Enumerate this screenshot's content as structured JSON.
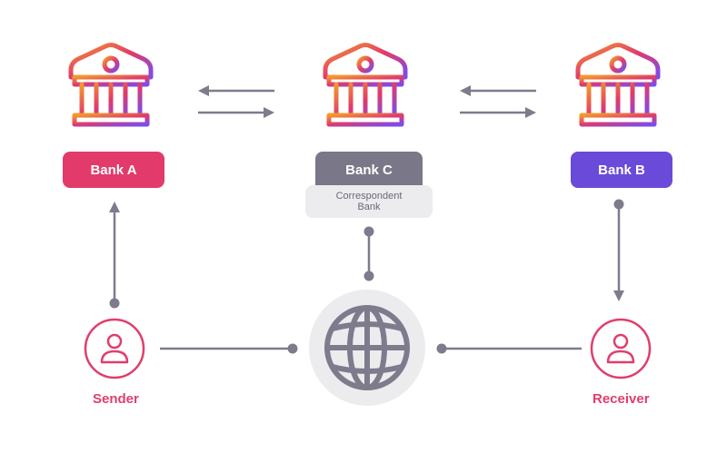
{
  "banks": {
    "a": {
      "label": "Bank A"
    },
    "c": {
      "label": "Bank C",
      "sublabel_line1": "Correspondent",
      "sublabel_line2": "Bank"
    },
    "b": {
      "label": "Bank B"
    }
  },
  "people": {
    "sender": {
      "label": "Sender"
    },
    "receiver": {
      "label": "Receiver"
    }
  },
  "icons": {
    "bank": "bank-building-icon",
    "person": "person-icon",
    "network": "globe-icon"
  },
  "colors": {
    "gradient_start": "#f39a2c",
    "gradient_mid": "#e23a6a",
    "gradient_end": "#7a4cf0",
    "bank_a": "#e23a6a",
    "bank_c": "#797788",
    "bank_b": "#6a4ad8",
    "correspondent_bg": "#ececef",
    "connector": "#7d7b8c",
    "person": "#e03e6c",
    "globe_bg": "#ececef"
  }
}
